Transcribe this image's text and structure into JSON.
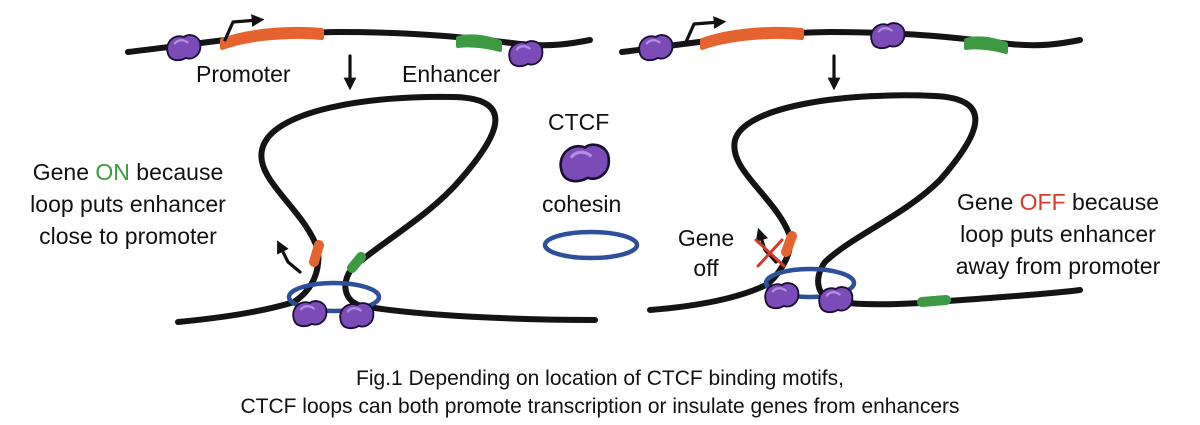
{
  "colors": {
    "dna": "#141414",
    "promoter": "#e5632f",
    "enhancer": "#3d9a43",
    "ctcf": "#7b4bb8",
    "cohesin": "#2e4f99",
    "on_highlight": "#3d9a43",
    "off_highlight": "#d43a2c"
  },
  "labels": {
    "promoter": "Promoter",
    "enhancer": "Enhancer",
    "ctcf": "CTCF",
    "cohesin": "cohesin",
    "left_note": {
      "line1_a": "Gene ",
      "line1_on": "ON",
      "line1_b": " because",
      "line2": "loop puts enhancer",
      "line3": "close to promoter"
    },
    "right_note": {
      "line1_a": "Gene ",
      "line1_off": "OFF",
      "line1_b": " because",
      "line2": "loop puts enhancer",
      "line3": "away from promoter"
    },
    "gene_off_1": "Gene",
    "gene_off_2": "off"
  },
  "caption": {
    "line1": "Fig.1 Depending on location of CTCF binding motifs,",
    "line2": "CTCF loops can both promote transcription or insulate genes from enhancers"
  },
  "icons": {
    "ctcf": "ctcf-protein-icon",
    "cohesin": "cohesin-ring-icon",
    "tss_arrow": "transcription-start-arrow-icon",
    "blocked_arrow": "blocked-transcription-icon",
    "down_arrow": "down-arrow-icon"
  }
}
